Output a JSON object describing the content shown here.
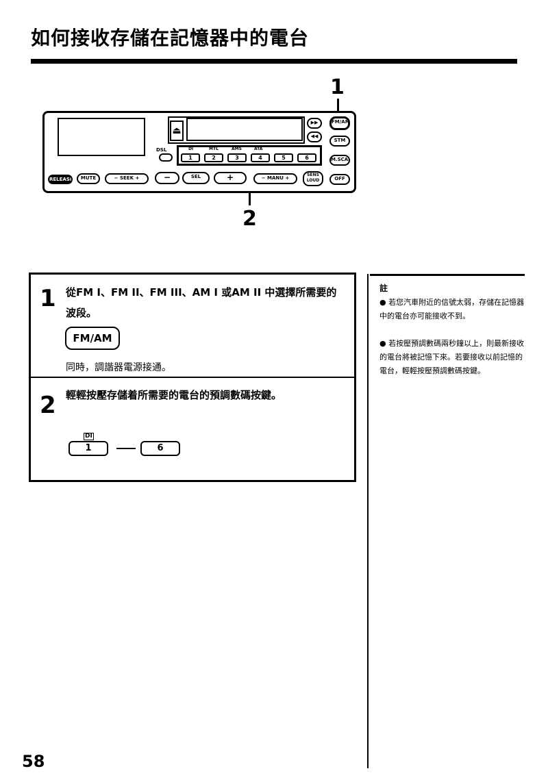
{
  "header": {
    "title": "如何接收存儲在記憶器中的電台"
  },
  "figure": {
    "callout_1": "1",
    "callout_2": "2",
    "buttons": {
      "fm_am": "FM/AM",
      "stm": "STM",
      "mscan": "M.SCAN",
      "off": "OFF",
      "release": "RELEASE",
      "mute": "MUTE",
      "seek": "− SEEK +",
      "sel": "SEL",
      "manu": "− MANU +",
      "sens": "SENS LOUD",
      "dsl": "DSL",
      "ffwd": "▶▶",
      "rew": "◀◀",
      "minus": "−",
      "plus": "+"
    },
    "preset_labels": [
      "DI",
      "MTL",
      "AMS",
      "ATA"
    ],
    "presets": [
      "1",
      "2",
      "3",
      "4",
      "5",
      "6"
    ]
  },
  "steps": [
    {
      "number": "1",
      "text_line1": "從FM I、FM II、FM III、AM I 或AM II 中選擇所需要的",
      "text_line2": "波段。",
      "button_label": "FM/AM",
      "note": "同時，調諧器電源接通。"
    },
    {
      "number": "2",
      "text": "輕輕按壓存儲着所需要的電台的預調數碼按鍵。",
      "key_tag": "DI",
      "key_first": "1",
      "key_last": "6"
    }
  ],
  "notes": {
    "heading": "註",
    "items": [
      "若您汽車附近的信號太弱，存儲在記憶器中的電台亦可能接收不到。",
      "若按壓預調數碼兩秒鐘以上，則最新接收的電台將被記憶下來。若要接收以前記憶的電台，輕輕按壓預調數碼按鍵。"
    ]
  },
  "page_number": "58"
}
